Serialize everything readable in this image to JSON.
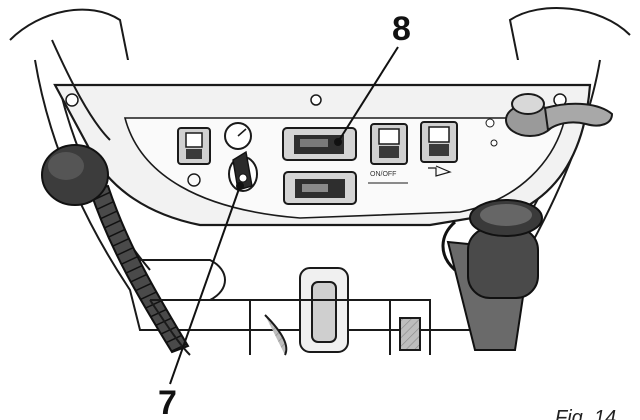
{
  "figure": {
    "callouts": [
      {
        "id": "8",
        "label": "8"
      },
      {
        "id": "7",
        "label": "7"
      }
    ],
    "figure_label": "Fig. 14",
    "panel_small_labels": [
      "ON/OFF"
    ]
  },
  "colors": {
    "line": "#1a1a1a",
    "shade": "#9a9a9a",
    "dark": "#2e2e2e",
    "light": "#e6e6e6"
  }
}
